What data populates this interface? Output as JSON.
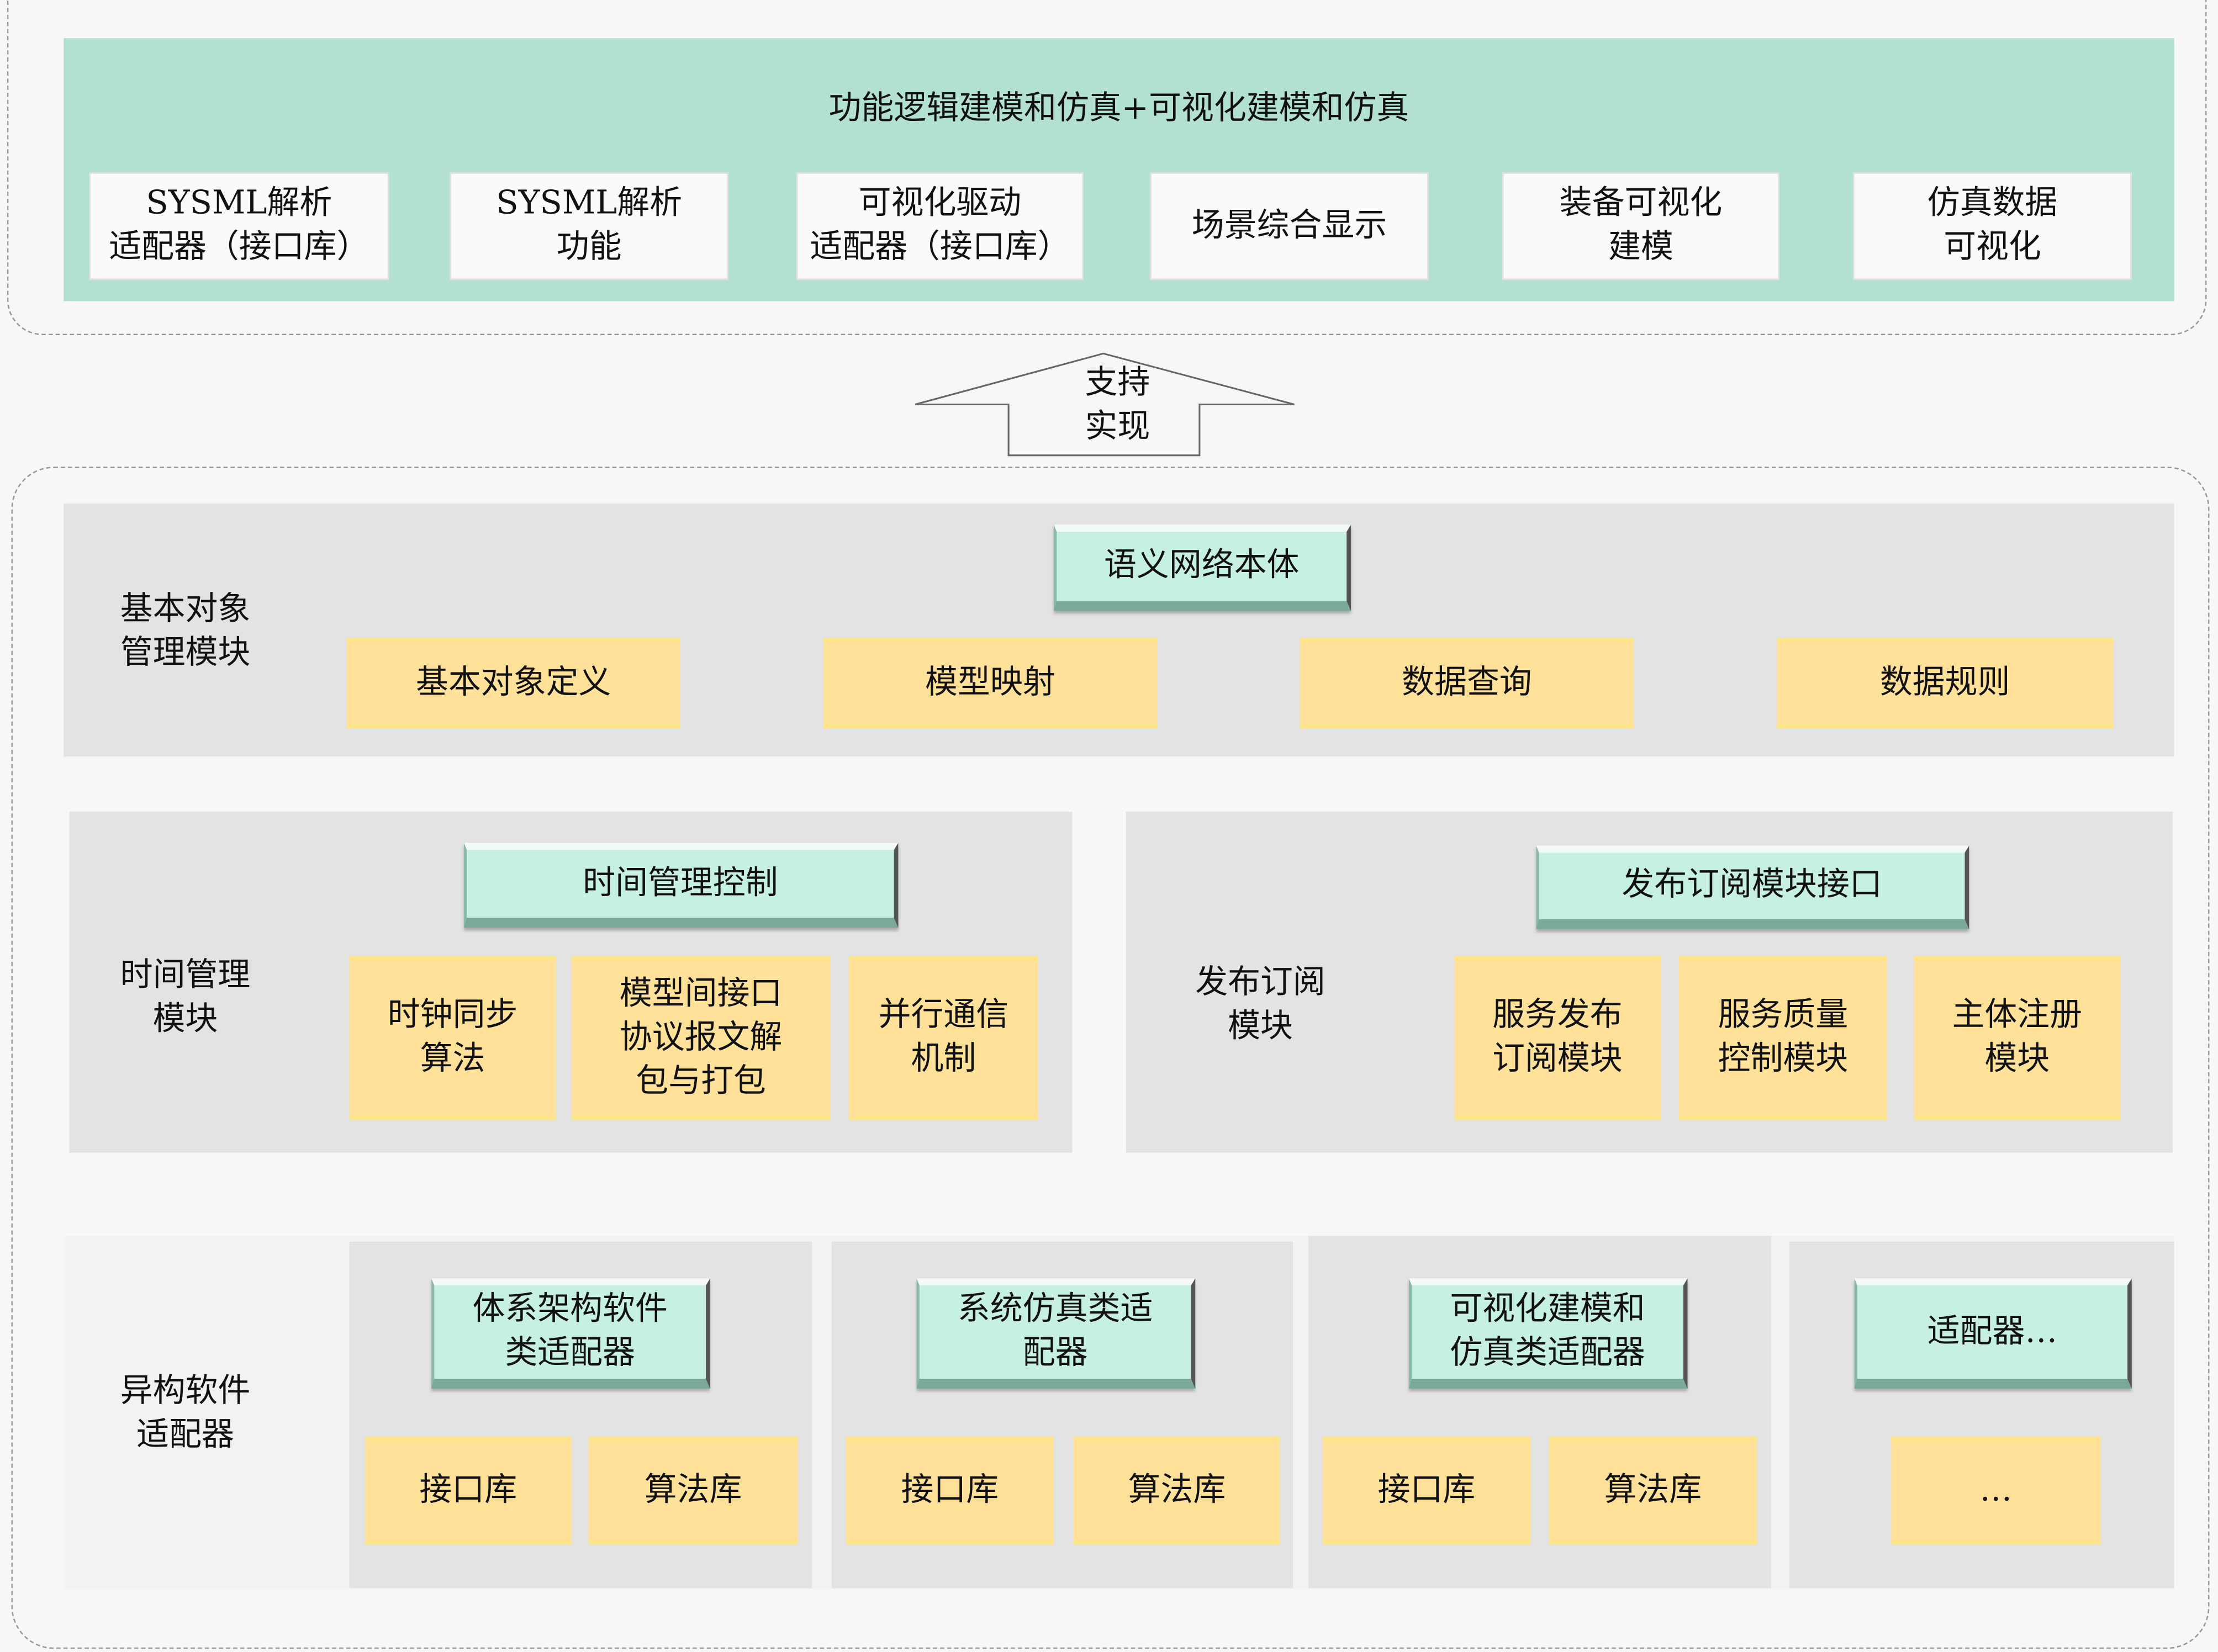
{
  "top": {
    "title": "功能逻辑建模和仿真+可视化建模和仿真",
    "boxes": [
      "SYSML解析\n适配器（接口库）",
      "SYSML解析\n功能",
      "可视化驱动\n适配器（接口库）",
      "场景综合显示",
      "装备可视化\n建模",
      "仿真数据\n可视化"
    ]
  },
  "arrow": {
    "label": "支持\n实现"
  },
  "basic": {
    "label": "基本对象\n管理模块",
    "header": "语义网络本体",
    "items": [
      "基本对象定义",
      "模型映射",
      "数据查询",
      "数据规则"
    ]
  },
  "time": {
    "label": "时间管理\n模块",
    "header": "时间管理控制",
    "items": [
      "时钟同步\n算法",
      "模型间接口\n协议报文解\n包与打包",
      "并行通信\n机制"
    ]
  },
  "pubsub": {
    "label": "发布订阅\n模块",
    "header": "发布订阅模块接口",
    "items": [
      "服务发布\n订阅模块",
      "服务质量\n控制模块",
      "主体注册\n模块"
    ]
  },
  "adapters": {
    "label": "异构软件\n适配器",
    "groups": [
      {
        "header": "体系架构软件\n类适配器",
        "items": [
          "接口库",
          "算法库"
        ]
      },
      {
        "header": "系统仿真类适\n配器",
        "items": [
          "接口库",
          "算法库"
        ]
      },
      {
        "header": "可视化建模和\n仿真类适配器",
        "items": [
          "接口库",
          "算法库"
        ]
      },
      {
        "header": "适配器…",
        "items": [
          "…"
        ]
      }
    ]
  }
}
